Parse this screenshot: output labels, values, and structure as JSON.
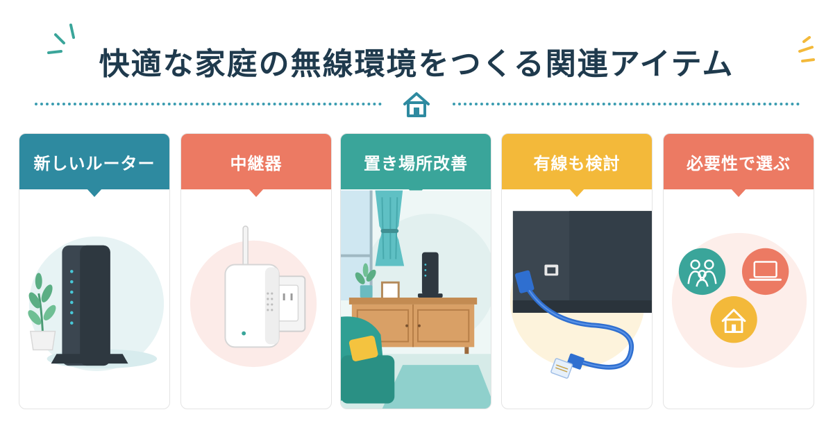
{
  "title": "快適な家庭の無線環境をつくる関連アイテム",
  "cards": [
    {
      "label": "新しいルーター",
      "color": "#2e8aa0",
      "art": "router"
    },
    {
      "label": "中継器",
      "color": "#ec7a63",
      "art": "repeater"
    },
    {
      "label": "置き場所改善",
      "color": "#3aa59a",
      "art": "placement"
    },
    {
      "label": "有線も検討",
      "color": "#f3b93a",
      "art": "wired"
    },
    {
      "label": "必要性で選ぶ",
      "color": "#ec7a63",
      "art": "choose"
    }
  ],
  "icons": [
    "house-icon",
    "sparkle-icon",
    "router-icon",
    "plant-icon",
    "repeater-icon",
    "outlet-icon",
    "curtain-icon",
    "tv-stand-icon",
    "sofa-icon",
    "lan-cable-icon",
    "family-icon",
    "laptop-icon"
  ]
}
